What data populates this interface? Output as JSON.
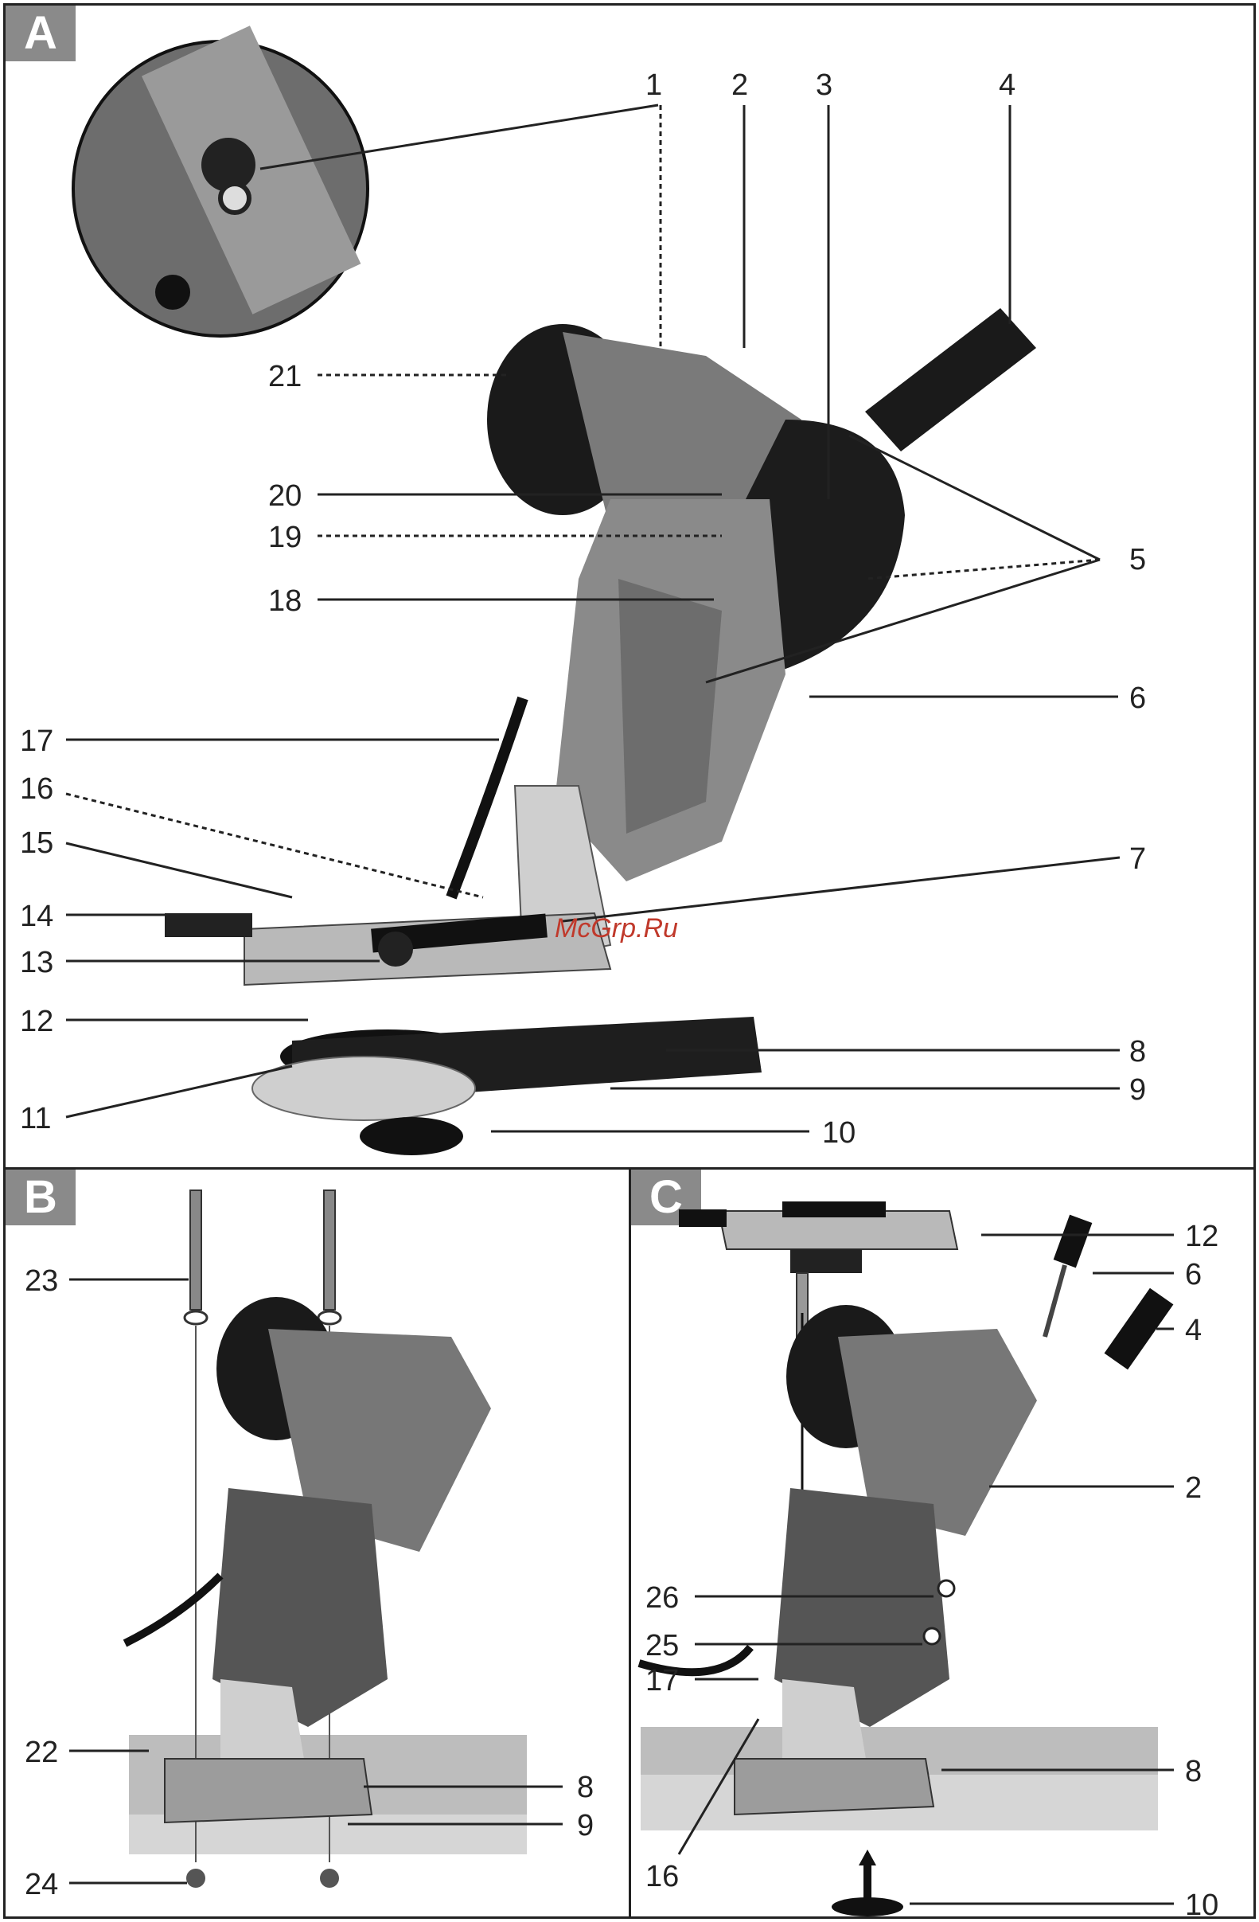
{
  "panels": {
    "a": {
      "tag": "A",
      "labels": [
        "1",
        "2",
        "3",
        "4",
        "21",
        "20",
        "19",
        "18",
        "5",
        "6",
        "17",
        "16",
        "15",
        "14",
        "13",
        "7",
        "12",
        "8",
        "9",
        "11",
        "10"
      ]
    },
    "b": {
      "tag": "B",
      "labels": [
        "23",
        "22",
        "8",
        "9",
        "24"
      ]
    },
    "c": {
      "tag": "C",
      "labels": [
        "12",
        "6",
        "4",
        "2",
        "26",
        "25",
        "17",
        "8",
        "16",
        "10"
      ]
    }
  },
  "watermark": "McGrp.Ru"
}
